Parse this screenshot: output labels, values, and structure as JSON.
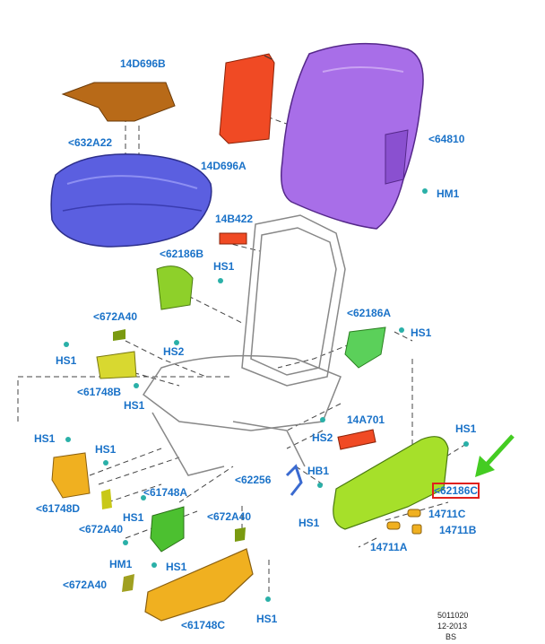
{
  "labels": {
    "l01": "14D696B",
    "l02": "<632A22",
    "l03": "14D696A",
    "l04": "<64810",
    "l05": "HM1",
    "l06": "14B422",
    "l07": "<62186B",
    "l08": "HS1",
    "l09": "<672A40",
    "l10": "HS2",
    "l11": "HS1",
    "l12": "<61748B",
    "l13": "HS1",
    "l14": "<62186A",
    "l15": "HS1",
    "l16": "14A701",
    "l17": "HS1",
    "l18": "HS2",
    "l19": "HS1",
    "l20": "HS1",
    "l21": "HB1",
    "l22": "<62256",
    "l23": "<61748D",
    "l24": "<672A40",
    "l25": "<61748A",
    "l26": "HS1",
    "l27": "<672A40",
    "l28": "HS1",
    "l29": "14711C",
    "l30": "14711B",
    "l31": "14711A",
    "l32": "HM1",
    "l33": "HS1",
    "l34": "<672A40",
    "l35": "HS1",
    "l36": "<61748C",
    "l37": "<62186C"
  },
  "footer": {
    "code": "5011020",
    "date": "12-2013",
    "initials": "BS"
  },
  "highlight": {
    "color": "#e0201c",
    "arrow_color": "#44cc22",
    "label": "<62186C"
  },
  "colors": {
    "label_text": "#1a72c8",
    "cushion": "#5b5fe0",
    "back_pad": "#a86ee8",
    "heater_a": "#f04a24",
    "heater_b": "#b86a18",
    "shield_green": "#8ed02a",
    "cover_orange": "#f0b020"
  }
}
